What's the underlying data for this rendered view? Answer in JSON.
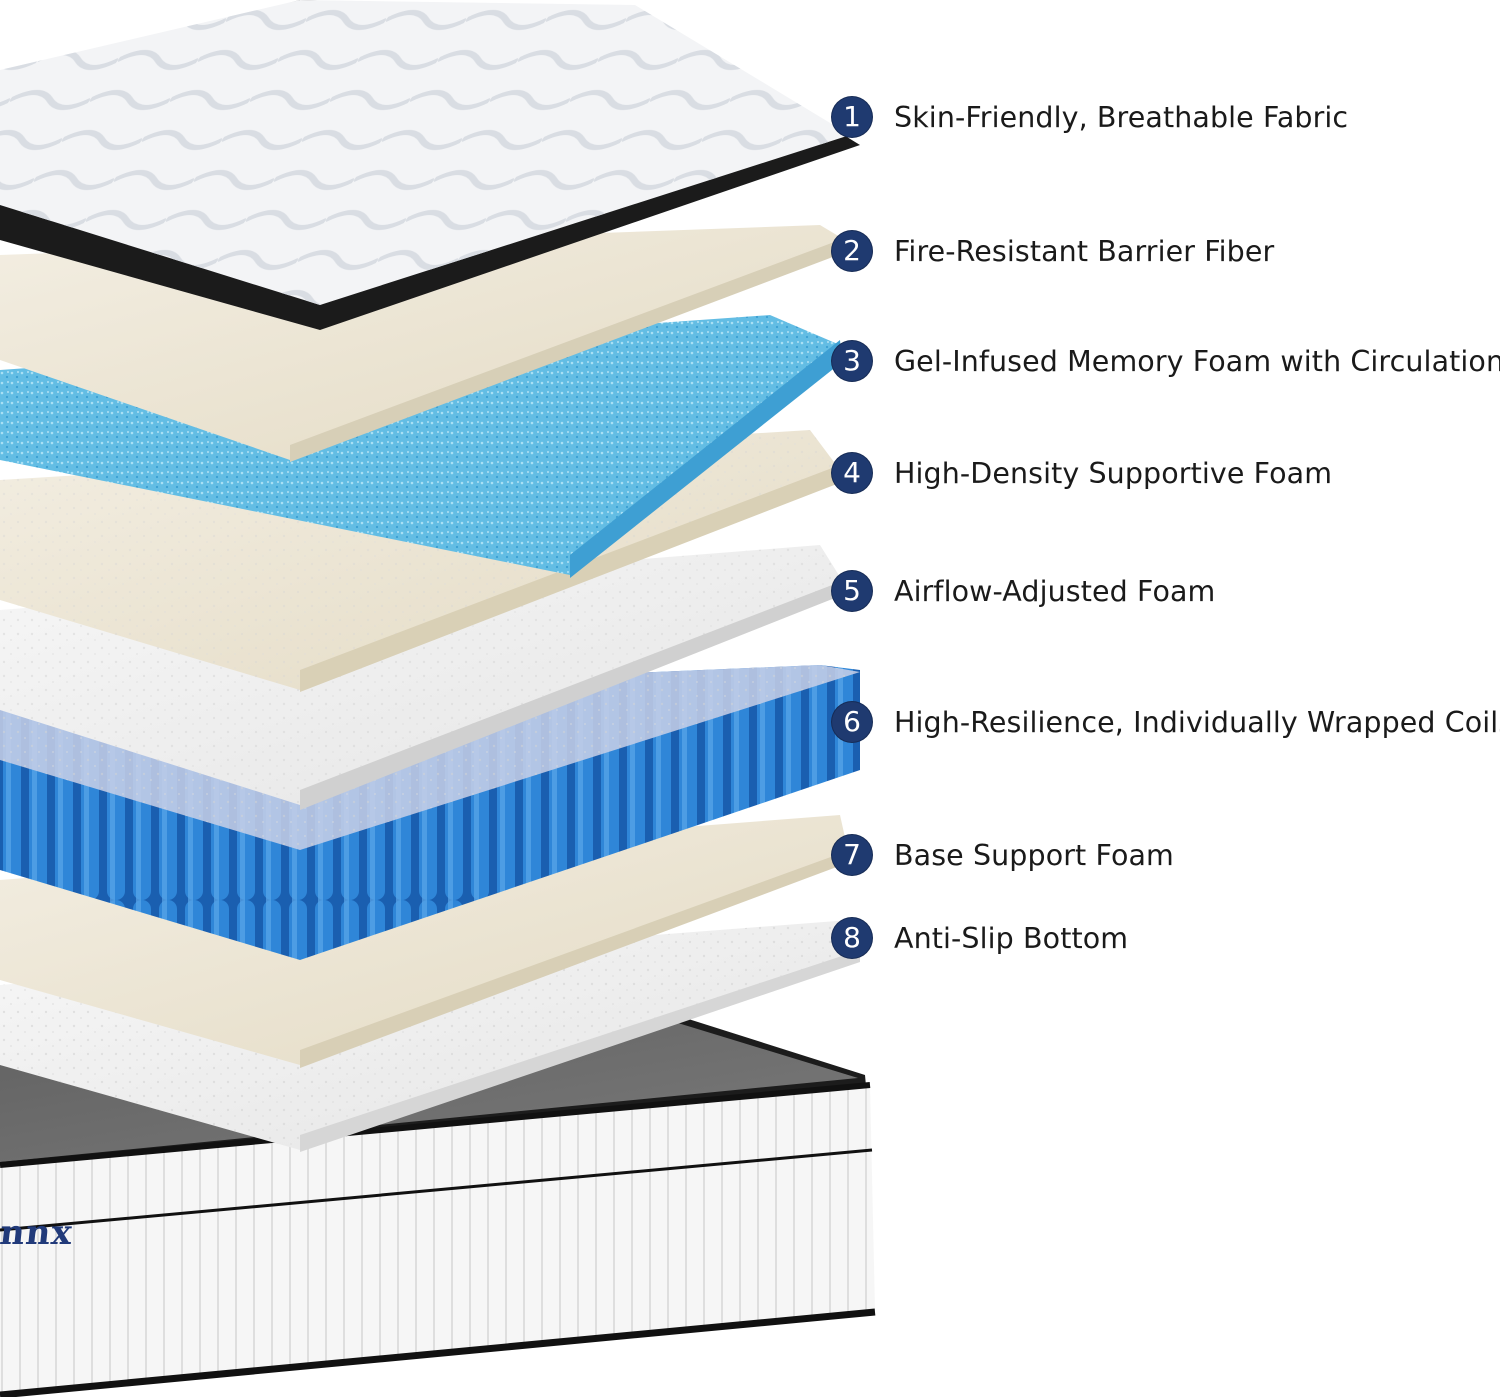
{
  "layers": [
    {
      "number": "1",
      "label": "Skin-Friendly, Breathable Fabric"
    },
    {
      "number": "2",
      "label": "Fire-Resistant Barrier Fiber"
    },
    {
      "number": "3",
      "label": "Gel-Infused Memory Foam with Circulation"
    },
    {
      "number": "4",
      "label": "High-Density Supportive Foam"
    },
    {
      "number": "5",
      "label": "Airflow-Adjusted Foam"
    },
    {
      "number": "6",
      "label": "High-Resilience, Individually Wrapped Coils"
    },
    {
      "number": "7",
      "label": "Base Support Foam"
    },
    {
      "number": "8",
      "label": "Anti-Slip Bottom"
    }
  ],
  "brand_fragment": "nnx",
  "colors": {
    "badge": "#1f3a70",
    "fabric": "#f4f5f7",
    "black_border": "#1b1b1b",
    "cream_foam": "#ece5d3",
    "gel_foam": "#6cc3e6",
    "coil_blue": "#1f74c9",
    "white_foam": "#f1f1f1",
    "base_grey": "#6b6b6b"
  }
}
